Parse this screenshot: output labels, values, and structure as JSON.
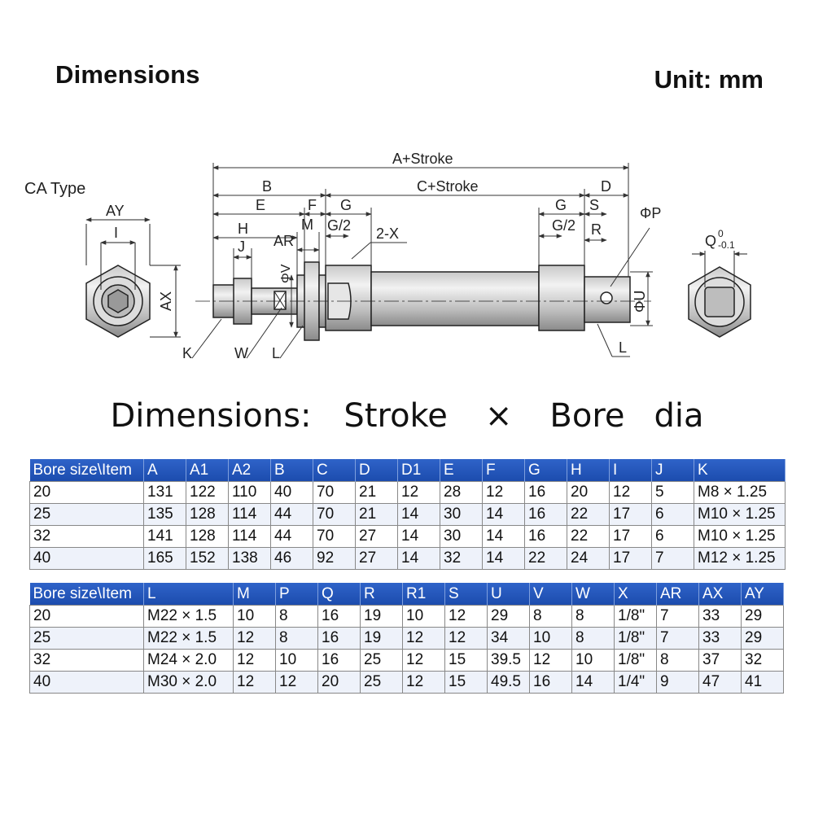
{
  "header": {
    "title": "Dimensions",
    "unit": "Unit: mm"
  },
  "drawing": {
    "type_label": "CA Type",
    "labels": {
      "A_stroke": "A+Stroke",
      "C_stroke": "C+Stroke",
      "B": "B",
      "D": "D",
      "E": "E",
      "F": "F",
      "G": "G",
      "G_half": "G/2",
      "H": "H",
      "J": "J",
      "M": "M",
      "AR": "AR",
      "X": "2-X",
      "S": "S",
      "R": "R",
      "P": "ΦP",
      "U": "ΦU",
      "V": "ΦV",
      "K": "K",
      "W": "W",
      "L": "L",
      "AY": "AY",
      "I": "I",
      "AX": "AX",
      "Q": "Q",
      "Q_tol_upper": "0",
      "Q_tol_lower": "-0.1"
    }
  },
  "subtitle": [
    "Dimensions:",
    "Stroke",
    "×",
    "Bore",
    "dia"
  ],
  "table1": {
    "headers": [
      "Bore size\\Item",
      "A",
      "A1",
      "A2",
      "B",
      "C",
      "D",
      "D1",
      "E",
      "F",
      "G",
      "H",
      "I",
      "J",
      "K"
    ],
    "rows": [
      [
        "20",
        "131",
        "122",
        "110",
        "40",
        "70",
        "21",
        "12",
        "28",
        "12",
        "16",
        "20",
        "12",
        "5",
        "M8 × 1.25"
      ],
      [
        "25",
        "135",
        "128",
        "114",
        "44",
        "70",
        "21",
        "14",
        "30",
        "14",
        "16",
        "22",
        "17",
        "6",
        "M10 × 1.25"
      ],
      [
        "32",
        "141",
        "128",
        "114",
        "44",
        "70",
        "27",
        "14",
        "30",
        "14",
        "16",
        "22",
        "17",
        "6",
        "M10 × 1.25"
      ],
      [
        "40",
        "165",
        "152",
        "138",
        "46",
        "92",
        "27",
        "14",
        "32",
        "14",
        "22",
        "24",
        "17",
        "7",
        "M12 × 1.25"
      ]
    ]
  },
  "table2": {
    "headers": [
      "Bore size\\Item",
      "L",
      "M",
      "P",
      "Q",
      "R",
      "R1",
      "S",
      "U",
      "V",
      "W",
      "X",
      "AR",
      "AX",
      "AY"
    ],
    "rows": [
      [
        "20",
        "M22 × 1.5",
        "10",
        "8",
        "16",
        "19",
        "10",
        "12",
        "29",
        "8",
        "8",
        "1/8\"",
        "7",
        "33",
        "29"
      ],
      [
        "25",
        "M22 × 1.5",
        "12",
        "8",
        "16",
        "19",
        "12",
        "12",
        "34",
        "10",
        "8",
        "1/8\"",
        "7",
        "33",
        "29"
      ],
      [
        "32",
        "M24 × 2.0",
        "12",
        "10",
        "16",
        "25",
        "12",
        "15",
        "39.5",
        "12",
        "10",
        "1/8\"",
        "8",
        "37",
        "32"
      ],
      [
        "40",
        "M30 × 2.0",
        "12",
        "12",
        "20",
        "25",
        "12",
        "15",
        "49.5",
        "16",
        "14",
        "1/4\"",
        "9",
        "47",
        "41"
      ]
    ]
  }
}
